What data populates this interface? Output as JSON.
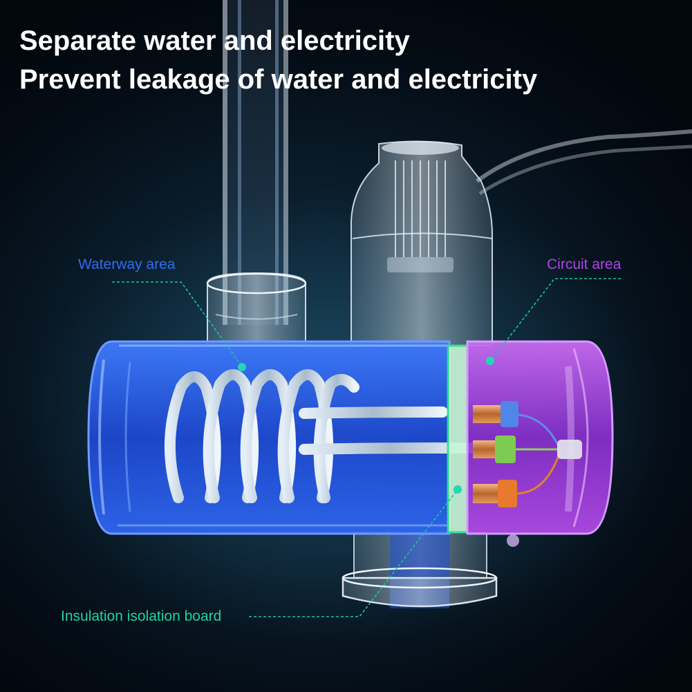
{
  "headline": {
    "line1": "Separate water and electricity",
    "line2": "Prevent leakage of water and electricity"
  },
  "labels": {
    "waterway": "Waterway area",
    "circuit": "Circuit area",
    "insulation": "Insulation isolation board"
  },
  "colors": {
    "headline": "#ffffff",
    "waterway": "#2f6cf2",
    "circuit": "#b243e6",
    "insulation": "#1ed49c",
    "leader_line": "#19c7a0",
    "background": "#0a1d2c"
  },
  "icons": [
    "heating-coil-icon",
    "terminal-connector-icon",
    "water-inlet-pipe-icon",
    "faucet-tap-icon"
  ]
}
